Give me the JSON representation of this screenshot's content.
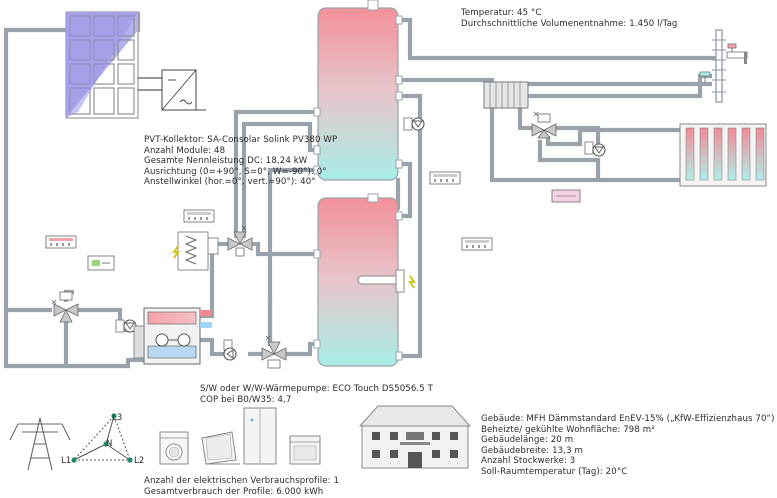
{
  "hot_water": {
    "temperature": "Temperatur: 45 °C",
    "volume": "Durchschnittliche Volumenentnahme: 1.450 l/Tag"
  },
  "pvt": {
    "collector": "PVT-Kollektor: SA-Consolar Solink PV380 WP",
    "modules": "Anzahl Module: 48",
    "power": "Gesamte Nennleistung DC: 18,24 kW",
    "orientation": "Ausrichtung (0=+90°, S=0°, W=-90°): 0°",
    "tilt": "Anstellwinkel (hor.=0°, vert.=90°): 40°"
  },
  "heat_pump": {
    "model": "S/W oder W/W-Wärmepumpe: ECO Touch DS5056.5 T",
    "cop": "COP bei B0/W35: 4,7"
  },
  "grid": {
    "l1": "L1",
    "l2": "L2",
    "l3": "L3",
    "n": "N"
  },
  "consumption": {
    "profiles": "Anzahl der elektrischen Verbrauchsprofile: 1",
    "total": "Gesamtverbrauch der Profile: 6.000 kWh"
  },
  "building": {
    "type": "Gebäude: MFH Dämmstandard EnEV-15% („KfW-Effizienzhaus 70“)",
    "area": "Beheizte/ gekühlte Wohnfläche: 798 m²",
    "length": "Gebäudelänge: 20 m",
    "width": "Gebäudebreite: 13,3 m",
    "floors": "Anzahl Stockwerke: 3",
    "room_temp": "Soll-Raumtemperatur (Tag): 20°C"
  },
  "colors": {
    "pipe": "#9aa3ab",
    "tank_hot": "#f2909a",
    "tank_cold": "#a8ede6",
    "pv_panel": "#9a94e6"
  }
}
